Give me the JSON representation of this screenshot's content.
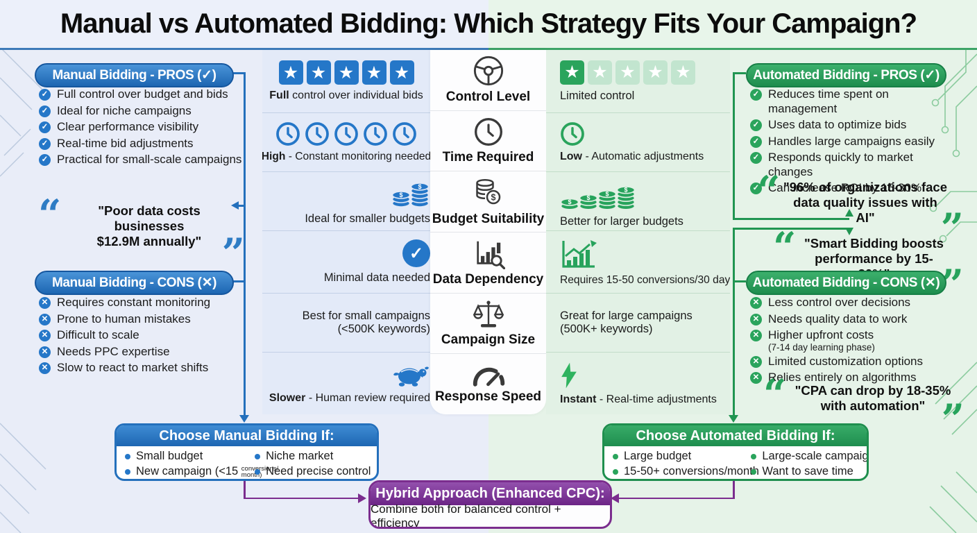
{
  "title": "Manual vs Automated Bidding: Which Strategy Fits Your Campaign?",
  "icons": {
    "check": "✓",
    "cross": "✕",
    "star": "★"
  },
  "colors": {
    "manual_accent": "#2577c8",
    "automated_accent": "#27a35c",
    "hybrid_accent": "#7b2d8e"
  },
  "manual": {
    "pros_title": "Manual Bidding - PROS (✓)",
    "pros_items": [
      "Full control over budget and bids",
      "Ideal for niche campaigns",
      "Clear performance visibility",
      "Real-time bid adjustments",
      "Practical for small-scale campaigns"
    ],
    "quote_line1": "\"Poor data costs businesses",
    "quote_line2": "$12.9M annually\"",
    "cons_title": "Manual Bidding - CONS (✕)",
    "cons_items": [
      "Requires constant monitoring",
      "Prone to human mistakes",
      "Difficult to scale",
      "Needs PPC expertise",
      "Slow to react to market shifts"
    ]
  },
  "automated": {
    "pros_title": "Automated Bidding - PROS (✓)",
    "pros_items": [
      "Reduces time spent on management",
      "Uses data to optimize bids",
      "Handles large campaigns easily",
      "Responds quickly to market changes",
      "Can increase ROI by 15-30%"
    ],
    "quote1_line1": "\"96% of organizations face",
    "quote1_line2": "data quality issues with AI\"",
    "quote2_line1": "\"Smart Bidding boosts",
    "quote2_line2": "performance by 15-30%\"",
    "cons_title": "Automated Bidding - CONS (✕)",
    "cons_items": [
      "Less control over decisions",
      "Needs quality data to work",
      "Higher upfront costs",
      "Limited customization options",
      "Relies entirely on algorithms"
    ],
    "cons_subnote": "(7-14 day learning phase)",
    "quote3_line1": "\"CPA can drop by 18-35%",
    "quote3_line2": "with automation\""
  },
  "table": {
    "rows": [
      {
        "label": "Control Level",
        "m_lead": "Full",
        "m_rest": " control over individual bids",
        "a_rest": "Limited control"
      },
      {
        "label": "Time Required",
        "m_lead": "High",
        "m_rest": " - Constant monitoring needed",
        "a_lead": "Low",
        "a_rest": " - Automatic adjustments"
      },
      {
        "label": "Budget Suitability",
        "m_rest": "Ideal for smaller budgets",
        "a_rest": "Better for larger budgets"
      },
      {
        "label": "Data Dependency",
        "m_rest": "Minimal data needed",
        "a_rest": "Requires 15-50 conversions/30 days"
      },
      {
        "label": "Campaign Size",
        "m_line1": "Best for small campaigns",
        "m_line2": "(<500K keywords)",
        "a_line1": "Great for large campaigns",
        "a_line2": "(500K+ keywords)"
      },
      {
        "label": "Response Speed",
        "m_lead": "Slower",
        "m_rest": " - Human review required",
        "a_lead": "Instant",
        "a_rest": " - Real-time adjustments"
      }
    ]
  },
  "choose_manual": {
    "title": "Choose Manual Bidding If:",
    "item1": "Small budget",
    "item2_main": "New campaign (<15",
    "item2_small_top": "conversions/",
    "item2_small_bottom": "month)",
    "item3": "Niche market",
    "item4": "Need precise control"
  },
  "choose_automated": {
    "title": "Choose Automated Bidding If:",
    "item1": "Large budget",
    "item2": "15-50+ conversions/month",
    "item3": "Large-scale campaigns",
    "item4": "Want to save time"
  },
  "hybrid": {
    "title": "Hybrid Approach (Enhanced CPC):",
    "body": "Combine both for balanced control + efficiency"
  }
}
